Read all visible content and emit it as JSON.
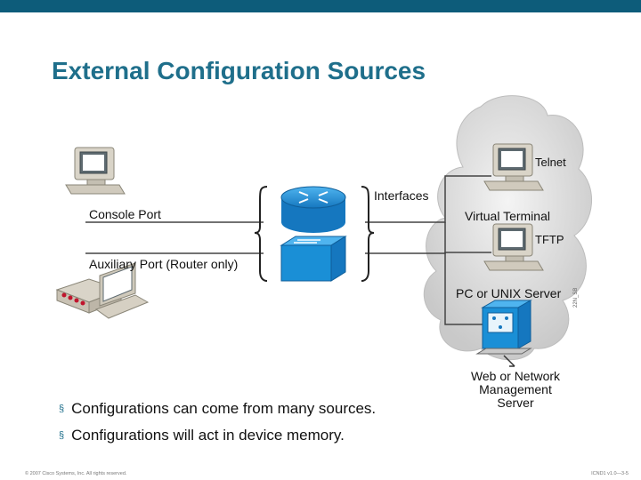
{
  "slide": {
    "title": "External Configuration Sources",
    "bullets": [
      "Configurations can come from many sources.",
      "Configurations will act in device memory."
    ],
    "bullet_marker": "§",
    "footer_left": "© 2007 Cisco Systems, Inc. All rights reserved.",
    "footer_right": "ICND1 v1.0—3-5"
  },
  "diagram": {
    "labels": {
      "console_port": "Console Port",
      "auxiliary_port": "Auxiliary Port (Router only)",
      "interfaces": "Interfaces",
      "telnet": "Telnet",
      "virtual_terminal": "Virtual Terminal",
      "tftp": "TFTP",
      "pc_unix_server": "PC or UNIX Server",
      "web_nms_server": "Web or Network Management Server",
      "figure_id": "22N_SB"
    },
    "icons": [
      "pc-icon",
      "modem-laptop-icon",
      "router-icon",
      "switch-icon",
      "cloud-icon",
      "network-management-server-icon"
    ]
  },
  "colors": {
    "accent": "#1f6f8b",
    "topbar": "#0d5c7a",
    "device_blue": "#1a8fd6",
    "cloud": "#dcdcdc"
  }
}
